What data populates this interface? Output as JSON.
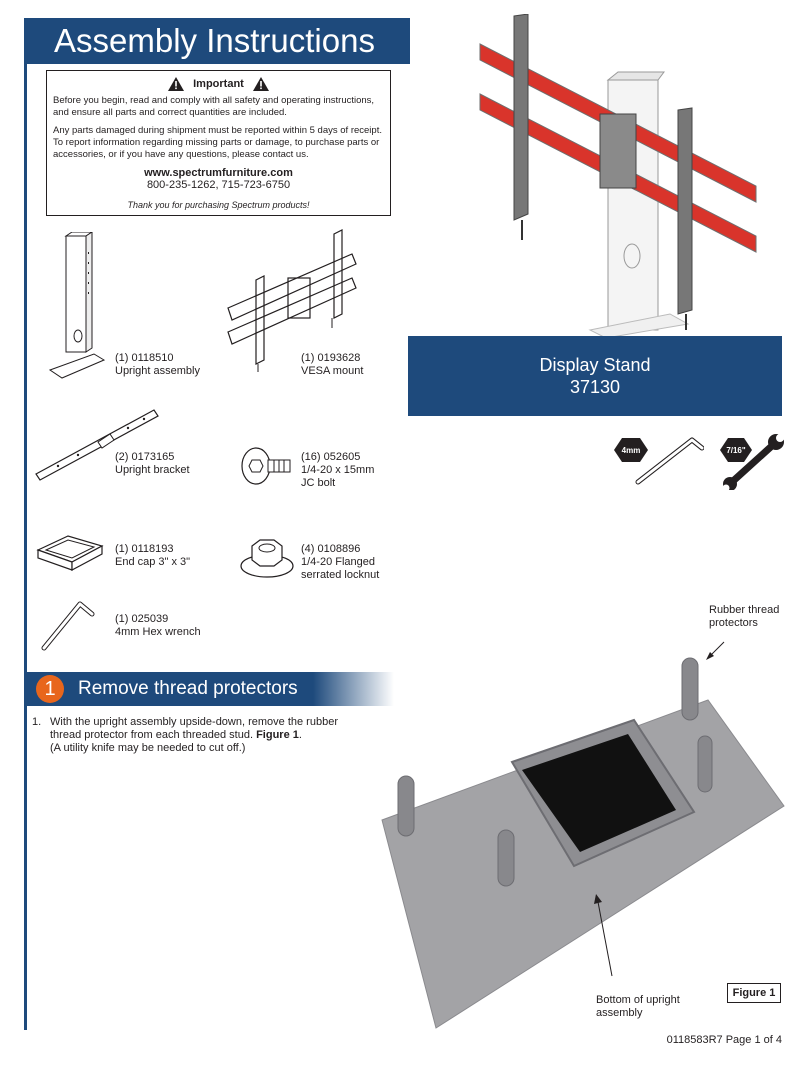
{
  "header": {
    "title": "Assembly Instructions"
  },
  "important": {
    "heading": "Important",
    "para1": "Before you begin, read and comply with all safety and operating instructions, and ensure all parts and correct quantities are included.",
    "para2": "Any parts damaged during shipment must be reported within 5 days of receipt.  To report information regarding missing parts or damage, to purchase parts or accessories, or if you have any questions, please contact us.",
    "website": "www.spectrumfurniture.com",
    "phones": "800-235-1262, 715-723-6750",
    "thanks": "Thank you for purchasing Spectrum products!"
  },
  "parts": [
    {
      "line1": "(1) 0118510",
      "line2": "Upright assembly",
      "line3": ""
    },
    {
      "line1": "(1) 0193628",
      "line2": "VESA mount",
      "line3": ""
    },
    {
      "line1": "(2) 0173165",
      "line2": "Upright bracket",
      "line3": ""
    },
    {
      "line1": "(16) 052605",
      "line2": "1/4-20 x 15mm",
      "line3": "JC bolt"
    },
    {
      "line1": "(1) 0118193",
      "line2": "End cap 3\" x 3\"",
      "line3": ""
    },
    {
      "line1": "(4) 0108896",
      "line2": "1/4-20 Flanged",
      "line3": "serrated locknut"
    },
    {
      "line1": "(1) 025039",
      "line2": "4mm Hex wrench",
      "line3": ""
    }
  ],
  "product": {
    "name": "Display Stand",
    "number": "37130"
  },
  "tools": {
    "hex_label": "4mm",
    "wrench_label": "7/16\""
  },
  "step1": {
    "number": "1",
    "title": "Remove thread protectors",
    "item_number": "1.",
    "text": "With the upright assembly upside-down, remove the rubber thread protector from each threaded stud.",
    "figure_ref": "Figure 1",
    "note": "(A utility knife may be needed to cut off.)"
  },
  "figure": {
    "label": "Figure 1",
    "callout_top_line1": "Rubber thread",
    "callout_top_line2": "protectors",
    "callout_bottom_line1": "Bottom of upright",
    "callout_bottom_line2": "assembly"
  },
  "footer": {
    "page": "0118583R7 Page 1 of 4"
  }
}
